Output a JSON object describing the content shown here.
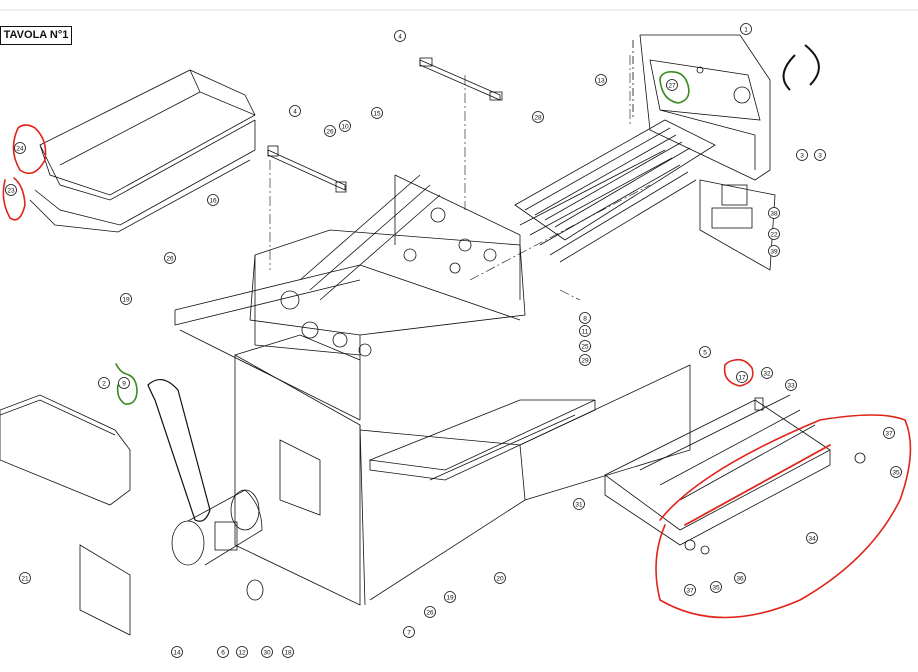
{
  "title": "TAVOLA N°1",
  "callouts": [
    {
      "n": "1"
    },
    {
      "n": "3"
    },
    {
      "n": "3"
    },
    {
      "n": "4"
    },
    {
      "n": "4"
    },
    {
      "n": "13"
    },
    {
      "n": "27"
    },
    {
      "n": "28"
    },
    {
      "n": "38"
    },
    {
      "n": "22"
    },
    {
      "n": "39"
    },
    {
      "n": "10"
    },
    {
      "n": "15"
    },
    {
      "n": "26"
    },
    {
      "n": "24"
    },
    {
      "n": "23"
    },
    {
      "n": "16"
    },
    {
      "n": "26"
    },
    {
      "n": "19"
    },
    {
      "n": "8"
    },
    {
      "n": "11"
    },
    {
      "n": "25"
    },
    {
      "n": "29"
    },
    {
      "n": "5"
    },
    {
      "n": "2"
    },
    {
      "n": "9"
    },
    {
      "n": "17"
    },
    {
      "n": "32"
    },
    {
      "n": "33"
    },
    {
      "n": "37"
    },
    {
      "n": "35"
    },
    {
      "n": "31"
    },
    {
      "n": "34"
    },
    {
      "n": "36"
    },
    {
      "n": "35"
    },
    {
      "n": "37"
    },
    {
      "n": "21"
    },
    {
      "n": "20"
    },
    {
      "n": "14"
    },
    {
      "n": "6"
    },
    {
      "n": "12"
    },
    {
      "n": "30"
    },
    {
      "n": "18"
    },
    {
      "n": "7"
    },
    {
      "n": "26"
    },
    {
      "n": "19"
    }
  ],
  "annotation_color": "#3a8a1f",
  "markup_color": "#e0241b",
  "line_color": "#111111"
}
